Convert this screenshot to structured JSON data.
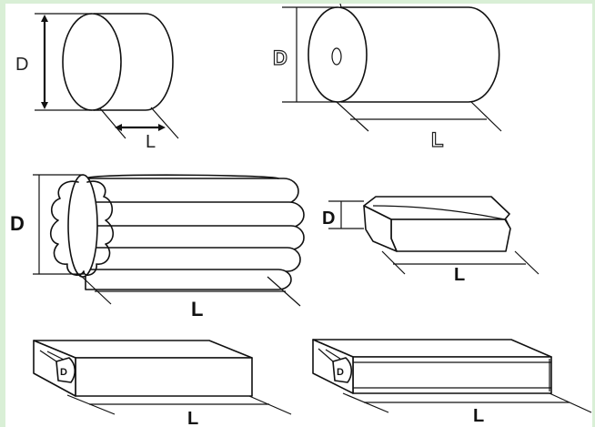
{
  "colors": {
    "line": "#111111",
    "background": "#ffffff",
    "border": "#d9efd6"
  },
  "figures": [
    {
      "id": "cylinder-small",
      "labels": {
        "diameter": "D",
        "length": "L"
      }
    },
    {
      "id": "cylinder-roll",
      "labels": {
        "diameter": "D",
        "length": "L"
      }
    },
    {
      "id": "fluted-roll",
      "labels": {
        "diameter": "D",
        "length": "L"
      }
    },
    {
      "id": "hexagonal-bar",
      "labels": {
        "diameter": "D",
        "length": "L"
      }
    },
    {
      "id": "sealed-box-a",
      "labels": {
        "diameter": "D",
        "length": "L"
      }
    },
    {
      "id": "sealed-box-b",
      "labels": {
        "diameter": "D",
        "length": "L"
      }
    }
  ]
}
